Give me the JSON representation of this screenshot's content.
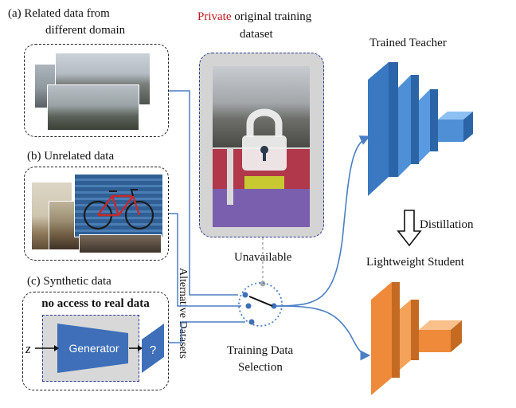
{
  "panels": {
    "a": {
      "label_line1": "(a)  Related data from",
      "label_line2": "different domain"
    },
    "b": {
      "label": "(b) Unrelated data"
    },
    "c": {
      "label": "(c) Synthetic data",
      "note": "no access to real data",
      "generator": "Generator",
      "input_var": "z",
      "output_mark": "?"
    }
  },
  "private": {
    "highlight": "Private",
    "rest_line1": " original training",
    "line2": "dataset",
    "status": "Unavailable"
  },
  "selector": {
    "vertical_label": "Alternative Datasets",
    "caption_line1": "Training Data",
    "caption_line2": "Selection"
  },
  "teacher": {
    "label": "Trained Teacher"
  },
  "student": {
    "label": "Lightweight Student"
  },
  "distill": {
    "label": "Distillation"
  },
  "colors": {
    "highlight": "#c0171c",
    "teacher": "#3a78c2",
    "student": "#ee8a3a",
    "line": "#4a7fc4",
    "generator": "#3e6fb8",
    "gray_fill": "#d8d8d8"
  }
}
